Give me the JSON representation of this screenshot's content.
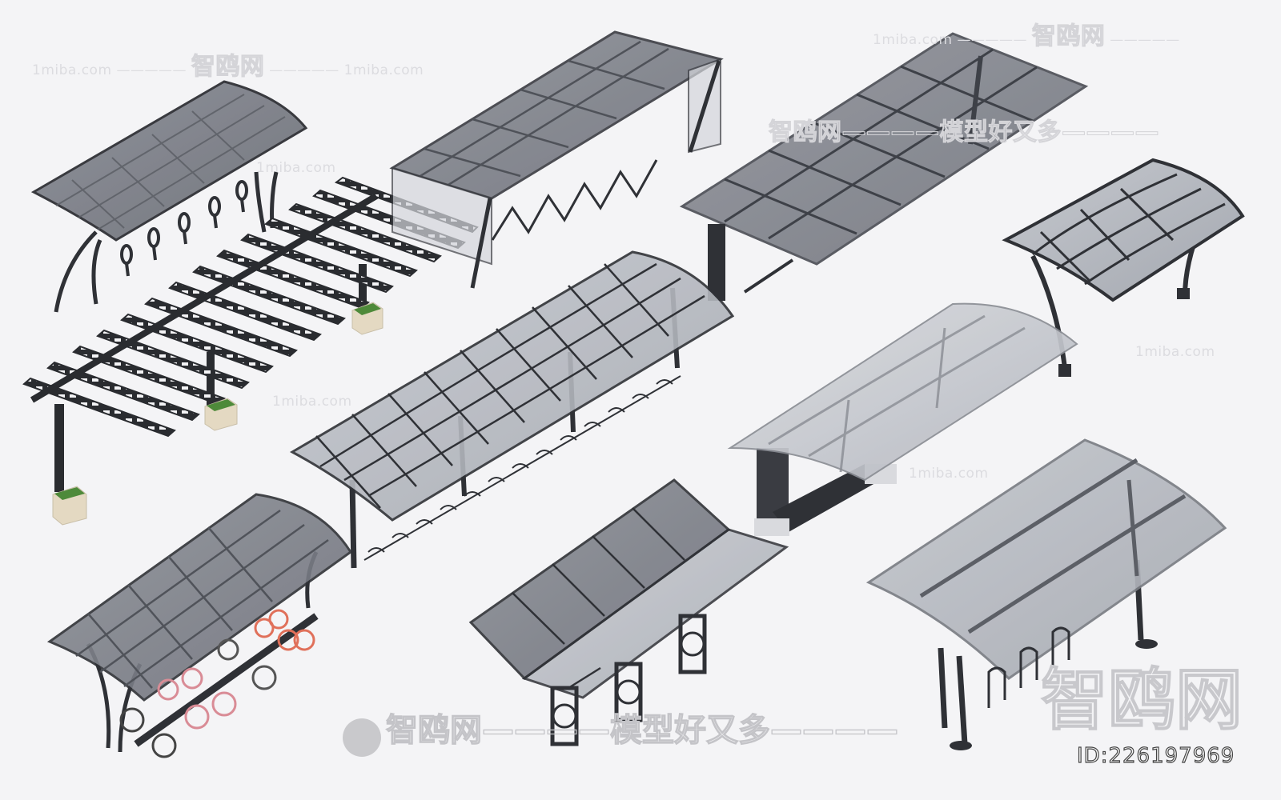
{
  "image": {
    "description": "3D render of ten bicycle parking shelter models on a light background",
    "background_color": "#f4f4f6",
    "colors": {
      "frame": "#2f3136",
      "roof_glass": "#7d8089",
      "roof_light": "#b8bbc2",
      "planter": "#e4d9c2",
      "grass": "#4e8a3a",
      "pink_bike": "#e8a0a8",
      "orange_wheel": "#e0705a"
    }
  },
  "watermarks": {
    "site": "1miba.com",
    "brand_cn": "智鸥网",
    "slogan": "智鸥网————模型好又多————",
    "dashes": "—————",
    "big_brand": "智鸥网",
    "id_text": "ID:226197969"
  },
  "objects": [
    {
      "name": "curved-canopy-shelter-with-hoop-racks",
      "position": "top-left"
    },
    {
      "name": "pergola-ladder-shelter-with-planters",
      "position": "middle-left"
    },
    {
      "name": "flat-glass-shelter-with-wave-rack",
      "position": "top-center"
    },
    {
      "name": "large-flat-glass-shelter",
      "position": "top-right"
    },
    {
      "name": "small-curved-canopy-shelter",
      "position": "right"
    },
    {
      "name": "long-arched-shelter-with-racks",
      "position": "center"
    },
    {
      "name": "frosted-arched-shelter",
      "position": "center-right"
    },
    {
      "name": "curved-shelter-with-bicycles",
      "position": "bottom-left"
    },
    {
      "name": "gull-wing-shelter-with-ring-stands",
      "position": "bottom-center"
    },
    {
      "name": "wide-curved-shelter-with-stands",
      "position": "bottom-right"
    }
  ]
}
